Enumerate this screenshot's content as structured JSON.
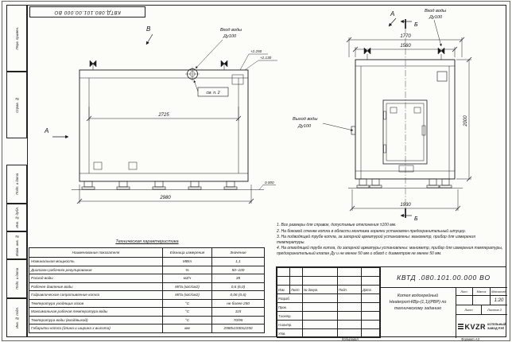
{
  "doc": {
    "number_rot": "КВТД.080.101.00.000 ВО",
    "number": "КВТД .080.101.00.000  ВО",
    "title_line1": "Котел водогрейный",
    "title_line2": "Heaterport-КВр-(1,1)(РВР) по",
    "title_line3": "техническому заданию",
    "lit_label": "Лит.",
    "mass_label": "Масса",
    "scale_label": "Масштаб",
    "scale_value": "1:20",
    "sheet_label": "Лист",
    "sheets_label": "Листов  2",
    "format": "Формат   А3",
    "kopiroval": "Копировал",
    "logo_text": "KVZR",
    "company_line1": "КОТЕЛЬНЫЙ",
    "company_line2": "ЗАВОД РЭП"
  },
  "margins": {
    "perv_primen": "Перв. примен.",
    "sprav_no": "Справ. №",
    "podp_data1": "Подп. и дата",
    "inv_dubl": "Инв. № дубл.",
    "vzam_inv": "Взам. инв. №",
    "podp_data2": "Подп. и дата",
    "inv_podl": "Инв. № подл."
  },
  "stamp": {
    "izm": "Изм.",
    "list": "Лист",
    "ndokum": "№ докум.",
    "podp": "Подп.",
    "data": "Дата",
    "razrab": "Разраб.",
    "prov": "Пров.",
    "tkontr": "Т.контр.",
    "nkontr": "Н.контр.",
    "utv": "Утв."
  },
  "drawing": {
    "view_b": "В",
    "view_a_left": "А",
    "view_a_title": "А",
    "sec_b": "Б",
    "inlet_line1": "Вход воды",
    "inlet_line2": "Ду100",
    "outlet_line1": "Выход воды",
    "outlet_line2": "Ду100",
    "see_note": "см. п. 2",
    "elev_top": "+2.250",
    "elev_mid": "+2.130",
    "elev_zero": "0.000",
    "dim_length_inner": "2725",
    "dim_length_overall": "2980",
    "dim_width_top": "1770",
    "dim_width_inner": "1560",
    "dim_height": "2000",
    "dim_width_overall": "1930"
  },
  "notes": [
    "1. Все размеры для справок, допустимые отклонения ±100 мм.",
    "2. На боковой стенке котла в области монтажа горелки установлен предохранительный штуцер.",
    "3. На подводящей трубе котла, за запорной арматурой установлены: манометр, прибор для измерения температуры.",
    "4. На отводящей трубе котла, до запорной арматуры установлены: манометр, прибор для измерения температуры, предохранительный клапан Ду и не менее 50 мм и обвод с диаметром не менее 50 мм."
  ],
  "tech_table": {
    "title": "Техническая характеристика",
    "headers": [
      "Наименование показателя",
      "Единица измерения",
      "Значение"
    ],
    "rows": [
      [
        "Номинальная мощность",
        "МВт",
        "1,1"
      ],
      [
        "Диапазон рабочего регулирования",
        "%",
        "50–100"
      ],
      [
        "Расход воды",
        "м3/ч",
        "38"
      ],
      [
        "Рабочее давление воды",
        "МПа (кгс/см2)",
        "0,6 (6,0)"
      ],
      [
        "Гидравлическое сопротивление котла",
        "МПа (кгс/см2)",
        "0,06 (0,6)"
      ],
      [
        "Температура уходящих газов",
        "°С",
        "не более 250"
      ],
      [
        "Максимальная рабочая температура воды",
        "°С",
        "115"
      ],
      [
        "Температура воды (вход/выход)",
        "°С",
        "70/95"
      ],
      [
        "Габариты котла (длина и ширина х высота)",
        "мм",
        "2980х1930х2250"
      ]
    ]
  }
}
